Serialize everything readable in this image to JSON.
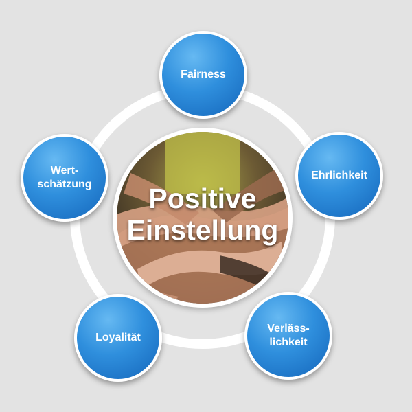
{
  "center": {
    "title_line1": "Positive",
    "title_line2": "Einstellung"
  },
  "nodes": [
    {
      "lines": [
        "Fairness"
      ]
    },
    {
      "lines": [
        "Ehrlichkeit"
      ]
    },
    {
      "lines": [
        "Verläss-",
        "lichkeit"
      ]
    },
    {
      "lines": [
        "Loyalität"
      ]
    },
    {
      "lines": [
        "Wert-",
        "schätzung"
      ]
    }
  ],
  "colors": {
    "background": "#e3e3e3",
    "ring": "#ffffff",
    "node_fill": "#2f8fdd",
    "node_fill_dark": "#1465ba",
    "text": "#ffffff"
  }
}
